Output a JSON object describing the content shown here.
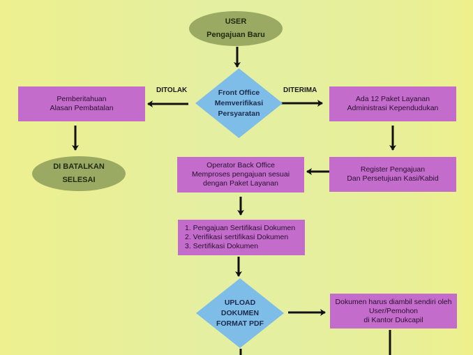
{
  "colors": {
    "process_box": "#c36ccb",
    "terminal_ellipse": "#9aaa62",
    "decision_diamond": "#7dbde8",
    "arrow": "#111111"
  },
  "nodes": {
    "start": {
      "lines": [
        "USER",
        "Pengajuan Baru"
      ]
    },
    "front_office": {
      "lines": [
        "Front Office",
        "Memverifikasi",
        "Persyaratan"
      ]
    },
    "rejection_notice": {
      "lines": [
        "Pemberitahuan",
        "Alasan Pembatalan"
      ]
    },
    "cancelled_end": {
      "lines": [
        "DI BATALKAN",
        "SELESAI"
      ]
    },
    "service_packages": {
      "lines": [
        "Ada 12 Paket Layanan",
        "Administrasi Kependudukan"
      ]
    },
    "register": {
      "lines": [
        "Register Pengajuan",
        "Dan Persetujuan Kasi/Kabid"
      ]
    },
    "back_office": {
      "lines": [
        "Operator Back Office",
        "Memproses pengajuan sesuai",
        "dengan Paket Layanan"
      ]
    },
    "certification_steps": {
      "lines": [
        "1. Pengajuan Sertifikasi Dokumen",
        "2. Verifikasi sertifikasi Dokumen",
        "3. Sertifikasi Dokumen"
      ]
    },
    "upload_pdf": {
      "lines": [
        "UPLOAD",
        "DOKUMEN",
        "FORMAT PDF"
      ]
    },
    "pickup": {
      "lines": [
        "Dokumen harus diambil sendiri oleh",
        "User/Pemohon",
        "di Kantor Dukcapil"
      ]
    }
  },
  "edge_labels": {
    "rejected": "DITOLAK",
    "accepted": "DITERIMA"
  }
}
